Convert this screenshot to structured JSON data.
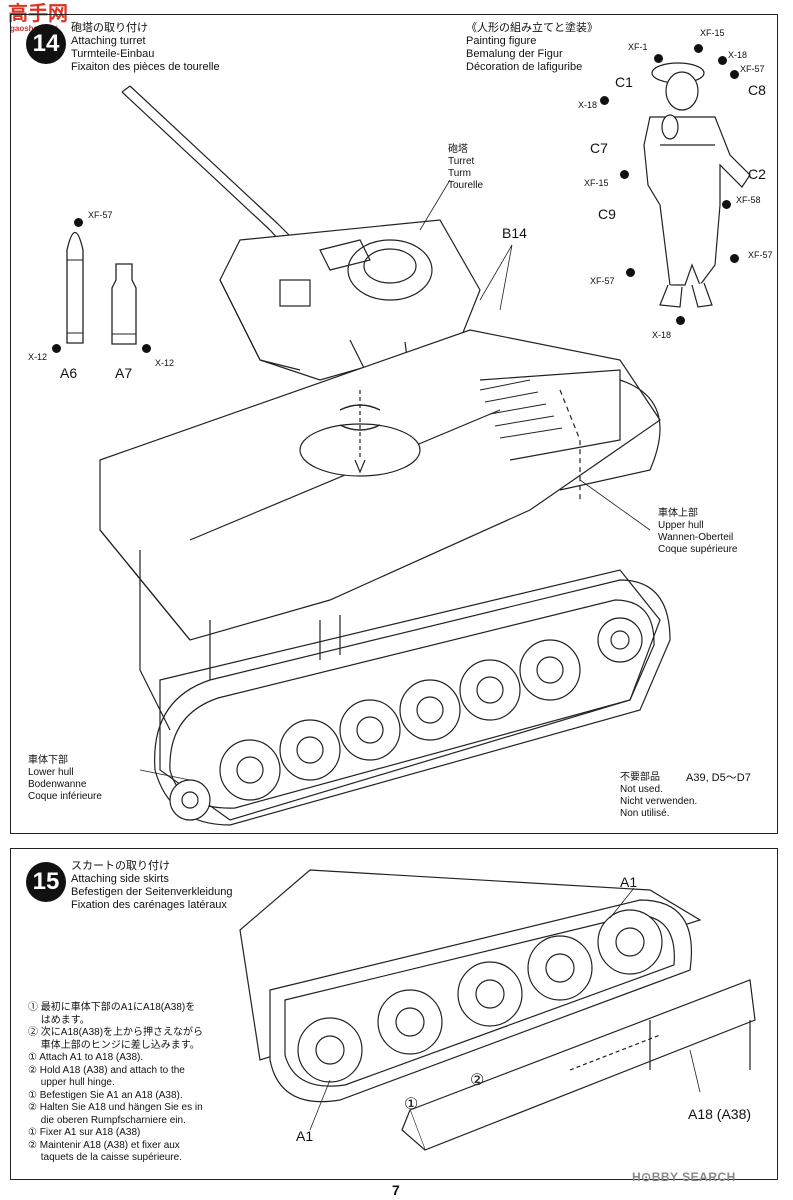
{
  "watermark": {
    "chars": "高手网",
    "url": "gaoshou.net"
  },
  "step14": {
    "number": "14",
    "title": [
      "砲塔の取り付け",
      "Attaching turret",
      "Turmteile-Einbau",
      "Fixaiton des pièces de tourelle"
    ],
    "turret_label": [
      "砲塔",
      "Turret",
      "Turm",
      "Tourelle"
    ],
    "upper_hull_label": [
      "車体上部",
      "Upper hull",
      "Wannen-Oberteil",
      "Coque supérieure"
    ],
    "lower_hull_label": [
      "車体下部",
      "Lower hull",
      "Bodenwanne",
      "Coque inférieure"
    ],
    "part_b14": "B14",
    "shells": {
      "a6": "A6",
      "a7": "A7",
      "xf57": "XF-57",
      "x12_left": "X-12",
      "x12_right": "X-12"
    },
    "figure": {
      "title": [
        "《人形の組み立てと塗装》",
        "Painting figure",
        "Bemalung der Figur",
        "Décoration de lafiguribe"
      ],
      "parts": {
        "c1": "C1",
        "c7": "C7",
        "c9": "C9",
        "c8": "C8",
        "c2": "C2"
      },
      "paints": {
        "xf1": "XF-1",
        "xf15_top": "XF-15",
        "x18_top": "X-18",
        "xf57_top": "XF-57",
        "x18_left": "X-18",
        "xf15_mid": "XF-15",
        "xf58": "XF-58",
        "xf57_right": "XF-57",
        "xf57_left": "XF-57",
        "x18_bottom": "X-18"
      }
    },
    "not_used": {
      "label": [
        "不要部品",
        "Not used.",
        "Nicht verwenden.",
        "Non utilisé."
      ],
      "parts": "A39, D5〜D7"
    }
  },
  "step15": {
    "number": "15",
    "title": [
      "スカートの取り付け",
      "Attaching side skirts",
      "Befestigen der Seitenverkleidung",
      "Fixation des carénages latéraux"
    ],
    "instructions": [
      "① 最初に車体下部のA1にA18(A38)を",
      "　 はめます。",
      "② 次にA18(A38)を上から押さえながら",
      "　 車体上部のヒンジに差し込みます。",
      "① Attach A1 to A18 (A38).",
      "② Hold A18 (A38) and attach to the",
      "　 upper hull hinge.",
      "① Befestigen Sie A1 an A18 (A38).",
      "② Halten Sie A18 und hängen Sie es in",
      "　 die oberen Rumpfscharniere ein.",
      "① Fixer A1 sur A18 (A38)",
      "② Maintenir A18 (A38) et fixer aux",
      "　 taquets de la caisse supérieure."
    ],
    "part_a1_top": "A1",
    "part_a1_bottom": "A1",
    "part_a18": "A18 (A38)",
    "step1_marker": "①",
    "step2_marker": "②"
  },
  "page_number": "7",
  "footer_logo": "H⊙BBY SEARCH"
}
